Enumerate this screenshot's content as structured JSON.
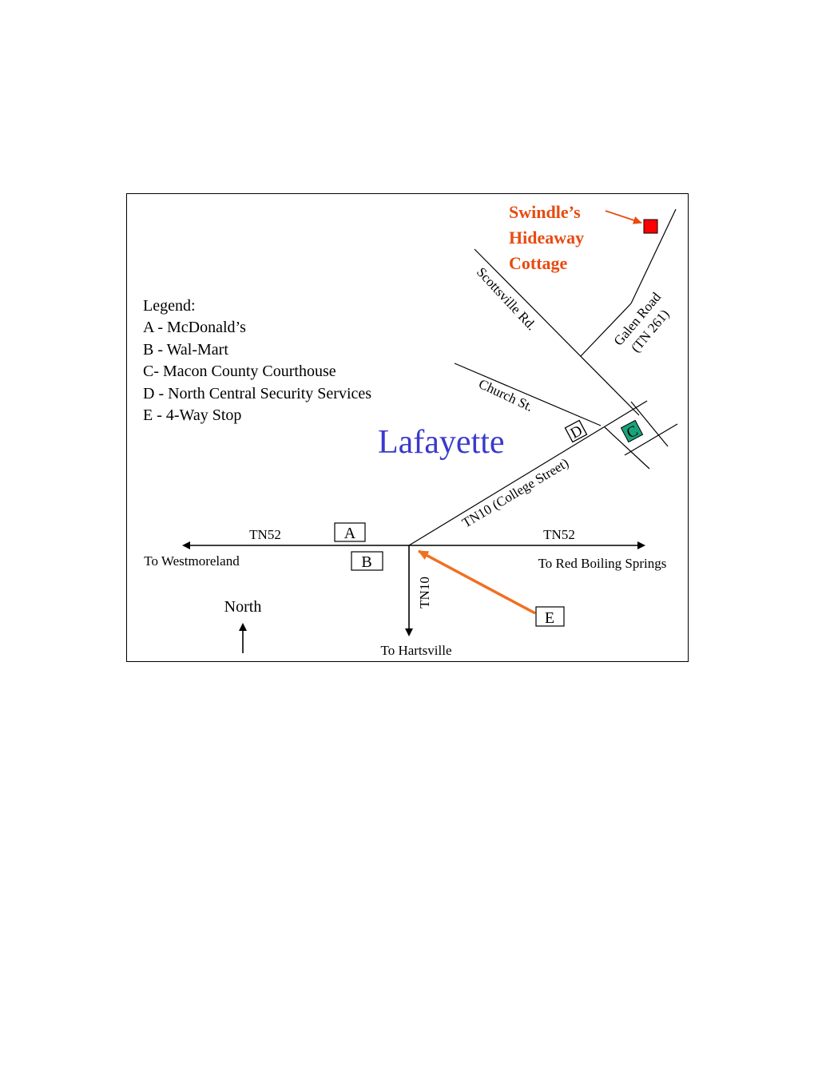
{
  "legend": {
    "heading": "Legend:",
    "items": [
      "A - McDonald’s",
      "B - Wal-Mart",
      "C- Macon County Courthouse",
      "D - North Central Security Services",
      "E - 4-Way Stop"
    ]
  },
  "destination": {
    "line1": "Swindle’s",
    "line2": "Hideaway",
    "line3": "Cottage",
    "color": "#e84a10",
    "marker_color": "#ff0000"
  },
  "town_name": "Lafayette",
  "town_color": "#3a3acc",
  "roads": {
    "scottsville": "Scottsville Rd.",
    "galen_line1": "Galen Road",
    "galen_line2": "(TN 261)",
    "church": "Church St.",
    "college": "TN10 (College Street)",
    "tn52_west": "TN52",
    "tn52_east": "TN52",
    "tn10_south": "TN10"
  },
  "destinations_text": {
    "west": "To Westmoreland",
    "east": "To Red Boiling Springs",
    "south": "To Hartsville"
  },
  "markers": {
    "a": "A",
    "b": "B",
    "c": "C",
    "d": "D",
    "e": "E",
    "c_color": "#1aa37a",
    "e_arrow_color": "#f07020"
  },
  "north_label": "North"
}
